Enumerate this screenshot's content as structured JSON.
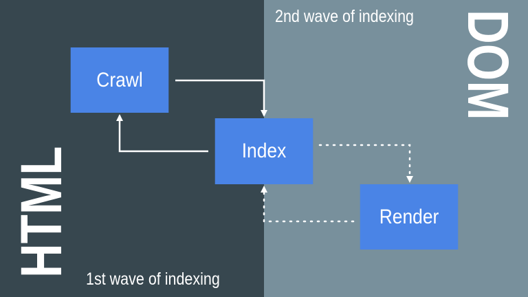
{
  "background": {
    "left_color": "#37474f",
    "right_color": "#78909c"
  },
  "nodes": {
    "crawl": {
      "label": "Crawl"
    },
    "index": {
      "label": "Index"
    },
    "render": {
      "label": "Render"
    },
    "color": "#4a84e6"
  },
  "labels": {
    "second_wave": "2nd wave of indexing",
    "first_wave": "1st wave of indexing",
    "html_vertical": "HTML",
    "dom_vertical": "DOM"
  },
  "edges": [
    {
      "from": "Crawl",
      "to": "Index",
      "style": "solid"
    },
    {
      "from": "Index",
      "to": "Crawl",
      "style": "solid"
    },
    {
      "from": "Index",
      "to": "Render",
      "style": "dotted"
    },
    {
      "from": "Render",
      "to": "Index",
      "style": "dotted"
    }
  ]
}
